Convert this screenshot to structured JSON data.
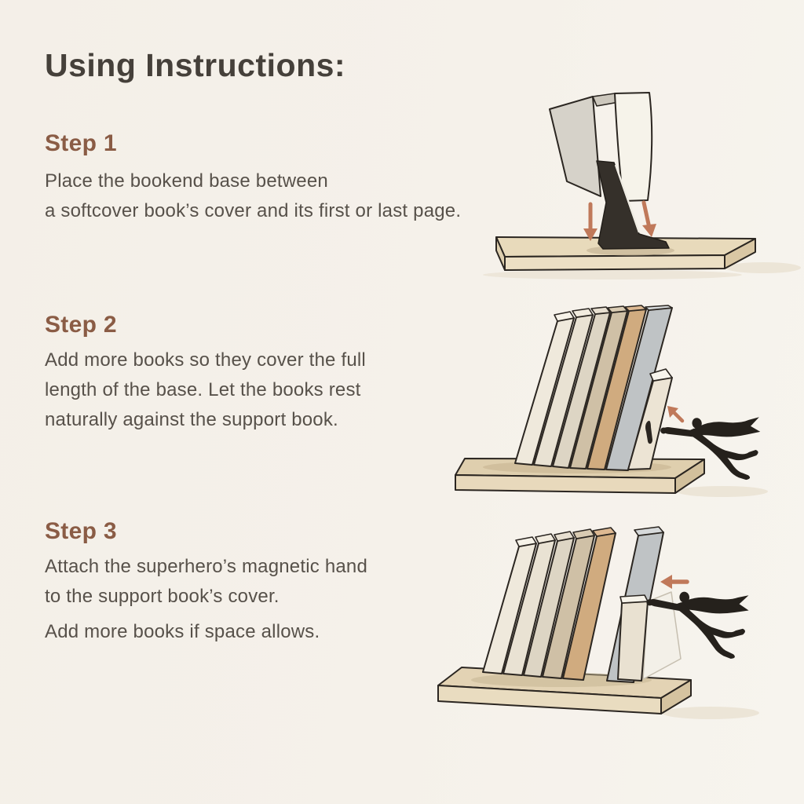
{
  "title": "Using Instructions:",
  "steps": [
    {
      "heading": "Step 1",
      "lines": [
        "Place the bookend base between",
        "a softcover book’s cover and its first or last page."
      ],
      "illustration_alt": "Bookend stand inserted between a softcover book’s cover and its pages on the base plate, two arrows pointing down"
    },
    {
      "heading": "Step 2",
      "lines": [
        "Add more books so they cover the full",
        "length of the base. Let the books rest",
        "naturally against the support book."
      ],
      "illustration_alt": "Row of leaning books covering the base plate while a superhero figure flies toward the support book"
    },
    {
      "heading": "Step 3",
      "lines": [
        "Attach the superhero’s magnetic hand",
        "to the support book’s cover.",
        "Add more books if space allows."
      ],
      "illustration_alt": "Superhero figure’s magnetic hand attached to the support book’s cover, arrow pointing left"
    }
  ],
  "colors": {
    "background": "#f5f1ea",
    "title_text": "#45403a",
    "step_heading": "#8a5c45",
    "body_text": "#57514a",
    "arrow": "#c0795a",
    "outline": "#2b2621",
    "base_board": "#e7d9ba",
    "book_cream": "#efe9dc",
    "book_tan": "#d0ab7f",
    "book_gray": "#bfc3c5",
    "stand_dark": "#35302a",
    "hero_silhouette": "#25211c"
  }
}
